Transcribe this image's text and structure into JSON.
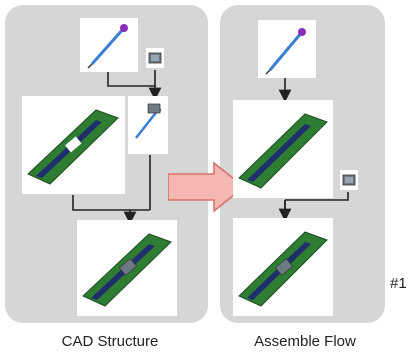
{
  "diagram": {
    "left_caption": "CAD Structure",
    "right_caption": "Assemble Flow",
    "marker": "#1",
    "colors": {
      "panel": "#d6d6d6",
      "arrow_fill": "#f5b7b3",
      "arrow_stroke": "#d9706a",
      "board": "#2e7d32",
      "connector": "#1f2f6b"
    },
    "icons": {
      "stylus": "stylus-icon",
      "chip": "chip-icon",
      "board": "circuit-board-icon",
      "assembly": "assembled-board-icon"
    }
  }
}
